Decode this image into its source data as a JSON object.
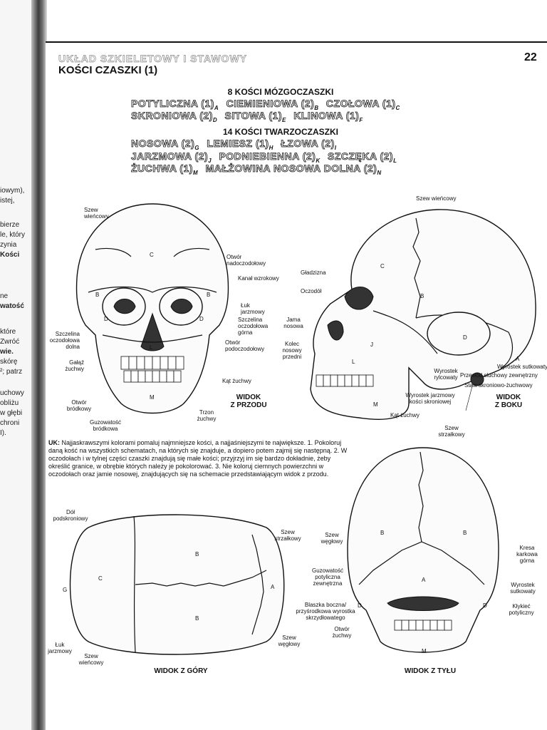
{
  "left_page_fragments": [
    "iowym),",
    "istej,",
    "bierze",
    "le, który",
    "zynia",
    "Kości",
    "ne",
    "watość",
    "które",
    "Zwróć",
    "wie.",
    "skórę",
    "²; patrz",
    "uchowy",
    "obliżu",
    "w głębi",
    "chroni",
    "I)."
  ],
  "running_title": "UKŁAD SZKIELETOWY I STAWOWY",
  "page_number": "22",
  "page_title": "KOŚCI CZASZKI (1)",
  "brain_section": {
    "heading": "8 KOŚCI MÓZGOCZASZKI",
    "rows": [
      [
        {
          "name": "POTYLICZNA (1)",
          "letter": "A"
        },
        {
          "name": "CIEMIENIOWA (2)",
          "letter": "B"
        },
        {
          "name": "CZOŁOWA (1)",
          "letter": "C"
        }
      ],
      [
        {
          "name": "SKRONIOWA (2)",
          "letter": "D"
        },
        {
          "name": "SITOWA (1)",
          "letter": "E"
        },
        {
          "name": "KLINOWA (1)",
          "letter": "F"
        }
      ]
    ]
  },
  "face_section": {
    "heading": "14 KOŚCI TWARZOCZASZKI",
    "rows": [
      [
        {
          "name": "NOSOWA (2)",
          "letter": "G"
        },
        {
          "name": "LEMIESZ (1)",
          "letter": "H"
        },
        {
          "name": "ŁZOWA (2)",
          "letter": "I"
        }
      ],
      [
        {
          "name": "JARZMOWA (2)",
          "letter": "J"
        },
        {
          "name": "PODNIEBIENNA (2)",
          "letter": "K"
        },
        {
          "name": "SZCZĘKA (2)",
          "letter": "L"
        }
      ],
      [
        {
          "name": "ŻUCHWA (1)",
          "letter": "M"
        },
        {
          "name": "MAŁŻOWINA NOSOWA DOLNA (2)",
          "letter": "N"
        }
      ]
    ]
  },
  "front_view": {
    "title_line1": "WIDOK",
    "title_line2": "Z PRZODU",
    "labels": {
      "szew_wiencowy": "Szew\nwieńcowy",
      "otwor_nadoczodolowy": "Otwór\nnadoczodołowy",
      "kanal_wzrokowy": "Kanał wzrokowy",
      "luk_jarzmowy": "Łuk\njarzmowy",
      "szczelina_gorna": "Szczelina\noczodołowa\ngórna",
      "szczelina_dolna": "Szczelina\noczodołowa\ndolna",
      "otwor_podoczodolowy": "Otwór\npodoczodołowy",
      "galaz_zuchwy": "Gałąź\nżuchwy",
      "kat_zuchwy": "Kąt żuchwy",
      "otwor_brodkowy": "Otwór\nbródkowy",
      "trzon_zuchwy": "Trzon\nżuchwy",
      "guzowatosc_brodkowa": "Guzowatość\nbródkowa"
    }
  },
  "side_view": {
    "title_line1": "WIDOK",
    "title_line2": "Z BOKU",
    "labels": {
      "szew_wiencowy": "Szew wieńcowy",
      "gladzizna": "Gładzizna",
      "oczodol": "Oczodół",
      "jama_nosowa": "Jama\nnosowa",
      "kolec_nosowy": "Kolec\nnosowy\nprzedni",
      "wyrostek_rylcowaty": "Wyrostek\nrylcowaty",
      "wyrostek_jarzmowy": "Wyrostek jarzmowy\nkości skroniowej",
      "kat_zuchwy": "Kąt żuchwy",
      "wyrostek_sutkowaty": "Wyrostek sutkowaty",
      "przewod_sluchowy": "Przewód słuchowy zewnętrzny",
      "staw": "Staw skroniowo-żuchwowy"
    }
  },
  "instructions": {
    "lead": "UK:",
    "text": "Najjaskrawszymi kolorami pomaluj najmniejsze kości, a najjaśniejszymi te największe. 1. Pokoloruj daną kość na wszystkich schematach, na których się znajduje, a dopiero potem zajmij się następną. 2. W oczodołach i w tylnej części czaszki znajdują się małe kości; przyjrzyj im się bardzo dokładnie, żeby określić granice, w obrębie których należy je pokolorować. 3. Nie koloruj ciemnych powierzchni w oczodołach oraz jamie nosowej, znajdujących się na schemacie przedstawiającym widok z przodu."
  },
  "top_view": {
    "title": "WIDOK Z GÓRY",
    "labels": {
      "dol_podskroniowy": "Dół\npodskroniowy",
      "szew_strzalkowy": "Szew\nstrzałkowy",
      "szew_weglowy": "Szew\nwęgłowy",
      "luk_jarzmowy": "Łuk\njarzmowy",
      "szew_wiencowy": "Szew\nwieńcowy"
    }
  },
  "back_view": {
    "title": "WIDOK Z TYŁU",
    "labels": {
      "szew_strzalkowy": "Szew\nstrzałkowy",
      "szew_weglowy": "Szew\nwęgłowy",
      "kresa": "Kresa\nkarkowa\ngórna",
      "guzowatosc": "Guzowatość\npotyliczna\nzewnętrzna",
      "wyrostek_sutkowaty": "Wyrostek\nsutkowaty",
      "blaszka": "Blaszka boczna/\nprzyśrodkowa wyrostka\nskrzydłowatego",
      "klykiec": "Kłykieć\npotyliczny",
      "otwor_zuchwy": "Otwór\nżuchwy"
    }
  },
  "bone_letters": [
    "A",
    "B",
    "C",
    "D",
    "E",
    "F",
    "G",
    "H",
    "I",
    "J",
    "K",
    "L",
    "M",
    "N"
  ]
}
